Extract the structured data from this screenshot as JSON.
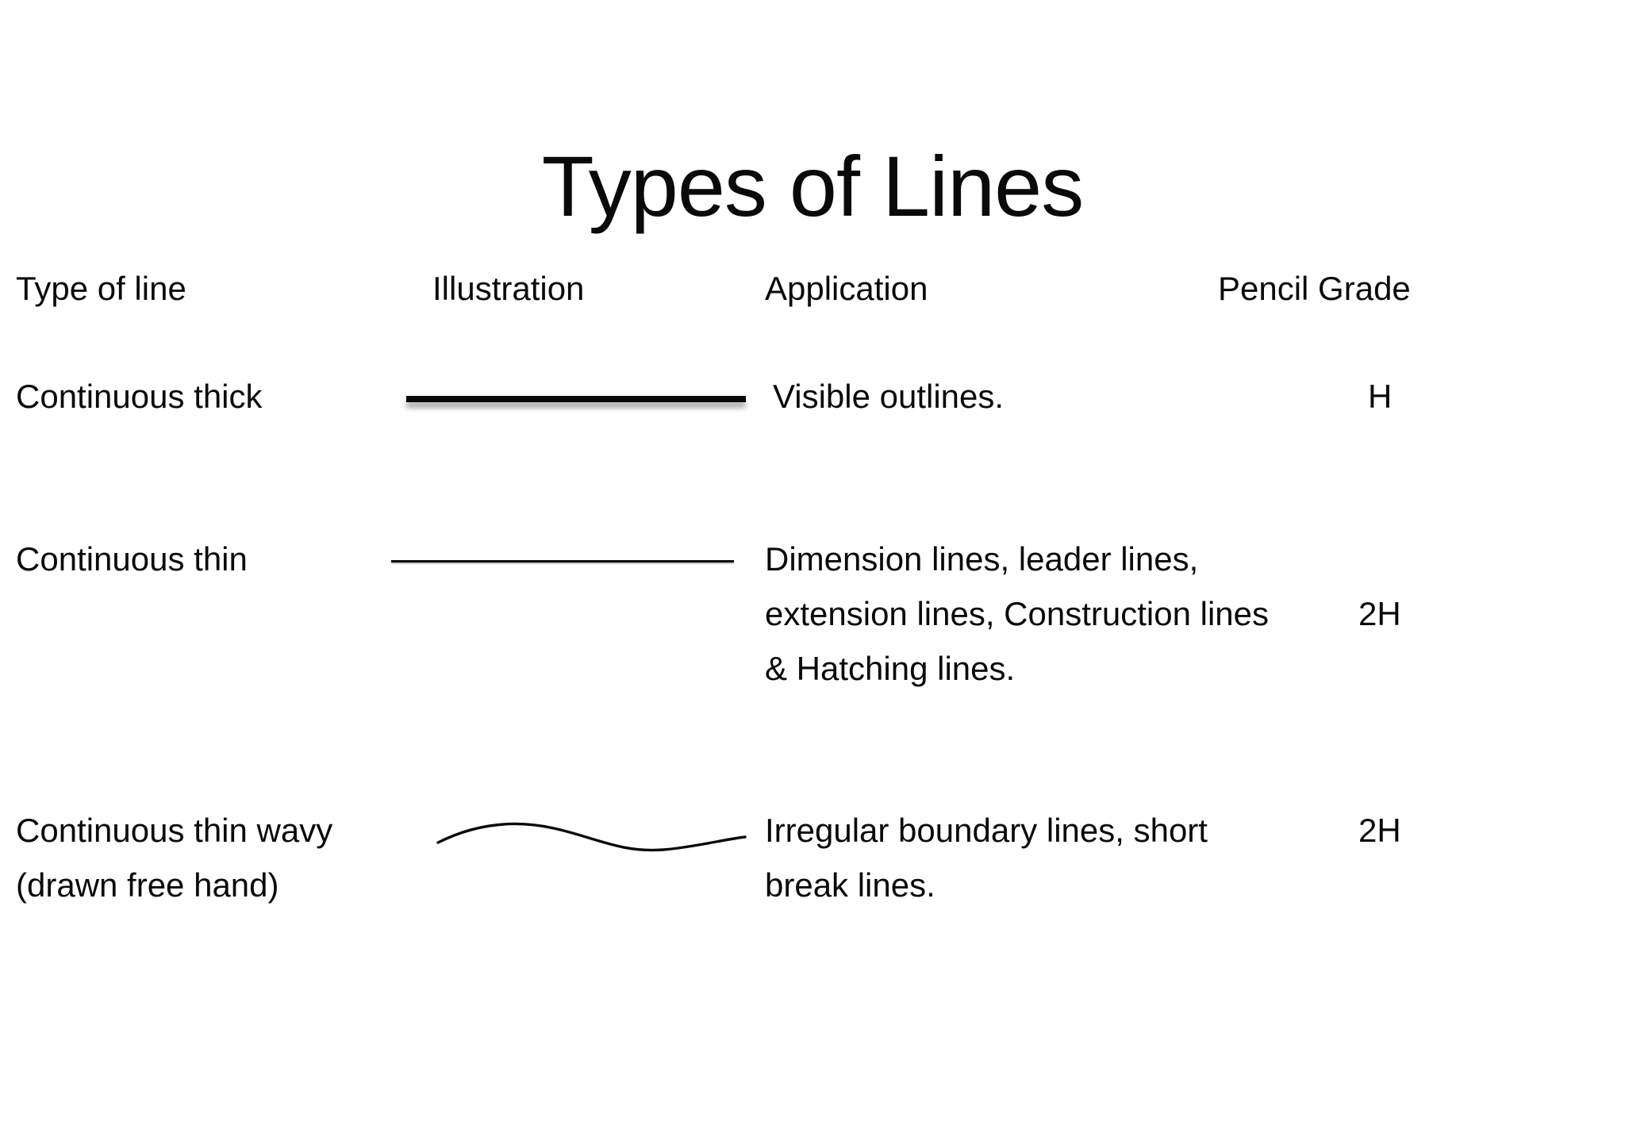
{
  "title": "Types of Lines",
  "colors": {
    "text": "#0a0a0a",
    "background": "#ffffff",
    "line": "#0a0a0a"
  },
  "header": {
    "type_of_line": "Type of line",
    "illustration": "Illustration",
    "application": "Application",
    "pencil_grade": "Pencil Grade"
  },
  "rows": [
    {
      "type": [
        "Continuous thick"
      ],
      "illustration_style": "thick-solid-line",
      "application": [
        "Visible outlines."
      ],
      "pencil_grade": "H"
    },
    {
      "type": [
        "Continuous thin"
      ],
      "illustration_style": "thin-solid-line",
      "application": [
        "Dimension lines, leader lines,",
        "extension lines, Construction lines",
        "& Hatching lines."
      ],
      "pencil_grade": "2H"
    },
    {
      "type": [
        "Continuous thin wavy",
        "(drawn free hand)"
      ],
      "illustration_style": "thin-wavy-line",
      "application": [
        "Irregular boundary lines, short",
        "break lines."
      ],
      "pencil_grade": "2H"
    }
  ]
}
